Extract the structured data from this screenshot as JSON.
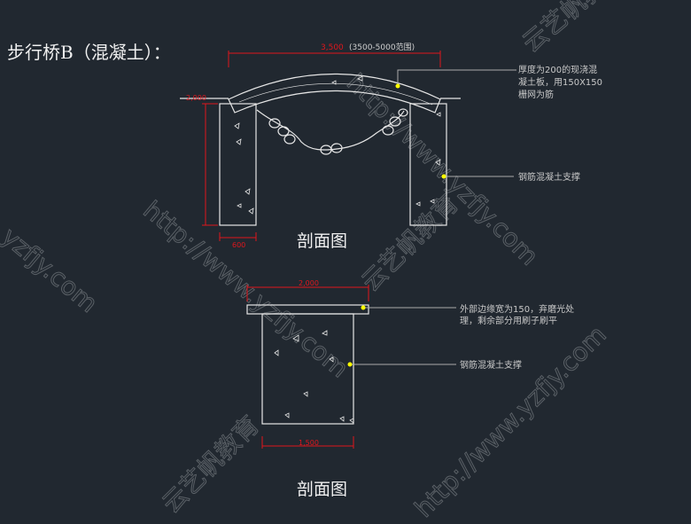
{
  "title": "步行桥B（混凝土）：",
  "section1": {
    "span_dim": "3,500",
    "span_range": "(3500-5000范围)",
    "height_dim": "2,000",
    "pier_width_dim": "600",
    "slab_note": [
      "厚度为200的现浇混",
      "凝土板，用150X150",
      "栅网为筋"
    ],
    "support_note": "钢筋混凝土支撑",
    "caption": "剖面图"
  },
  "section2": {
    "top_dim": "2,000",
    "bottom_dim": "1,500",
    "edge_note": [
      "外部边缘宽为150，弃磨光处",
      "理，剩余部分用刷子刷平"
    ],
    "support_note": "钢筋混凝土支撑",
    "caption": "剖面图"
  },
  "watermarks": [
    "http://www.yzfjy.com",
    "云艺帆教育",
    "http://www.yzfjy.com",
    "云艺帆教育",
    "http://www.yzfjy.com",
    "云艺帆教育",
    "yzfjy.com"
  ],
  "colors": {
    "background": "#212830",
    "line": "#e6e6e6",
    "dimension": "#e0161c",
    "marker": "#ffff00"
  }
}
